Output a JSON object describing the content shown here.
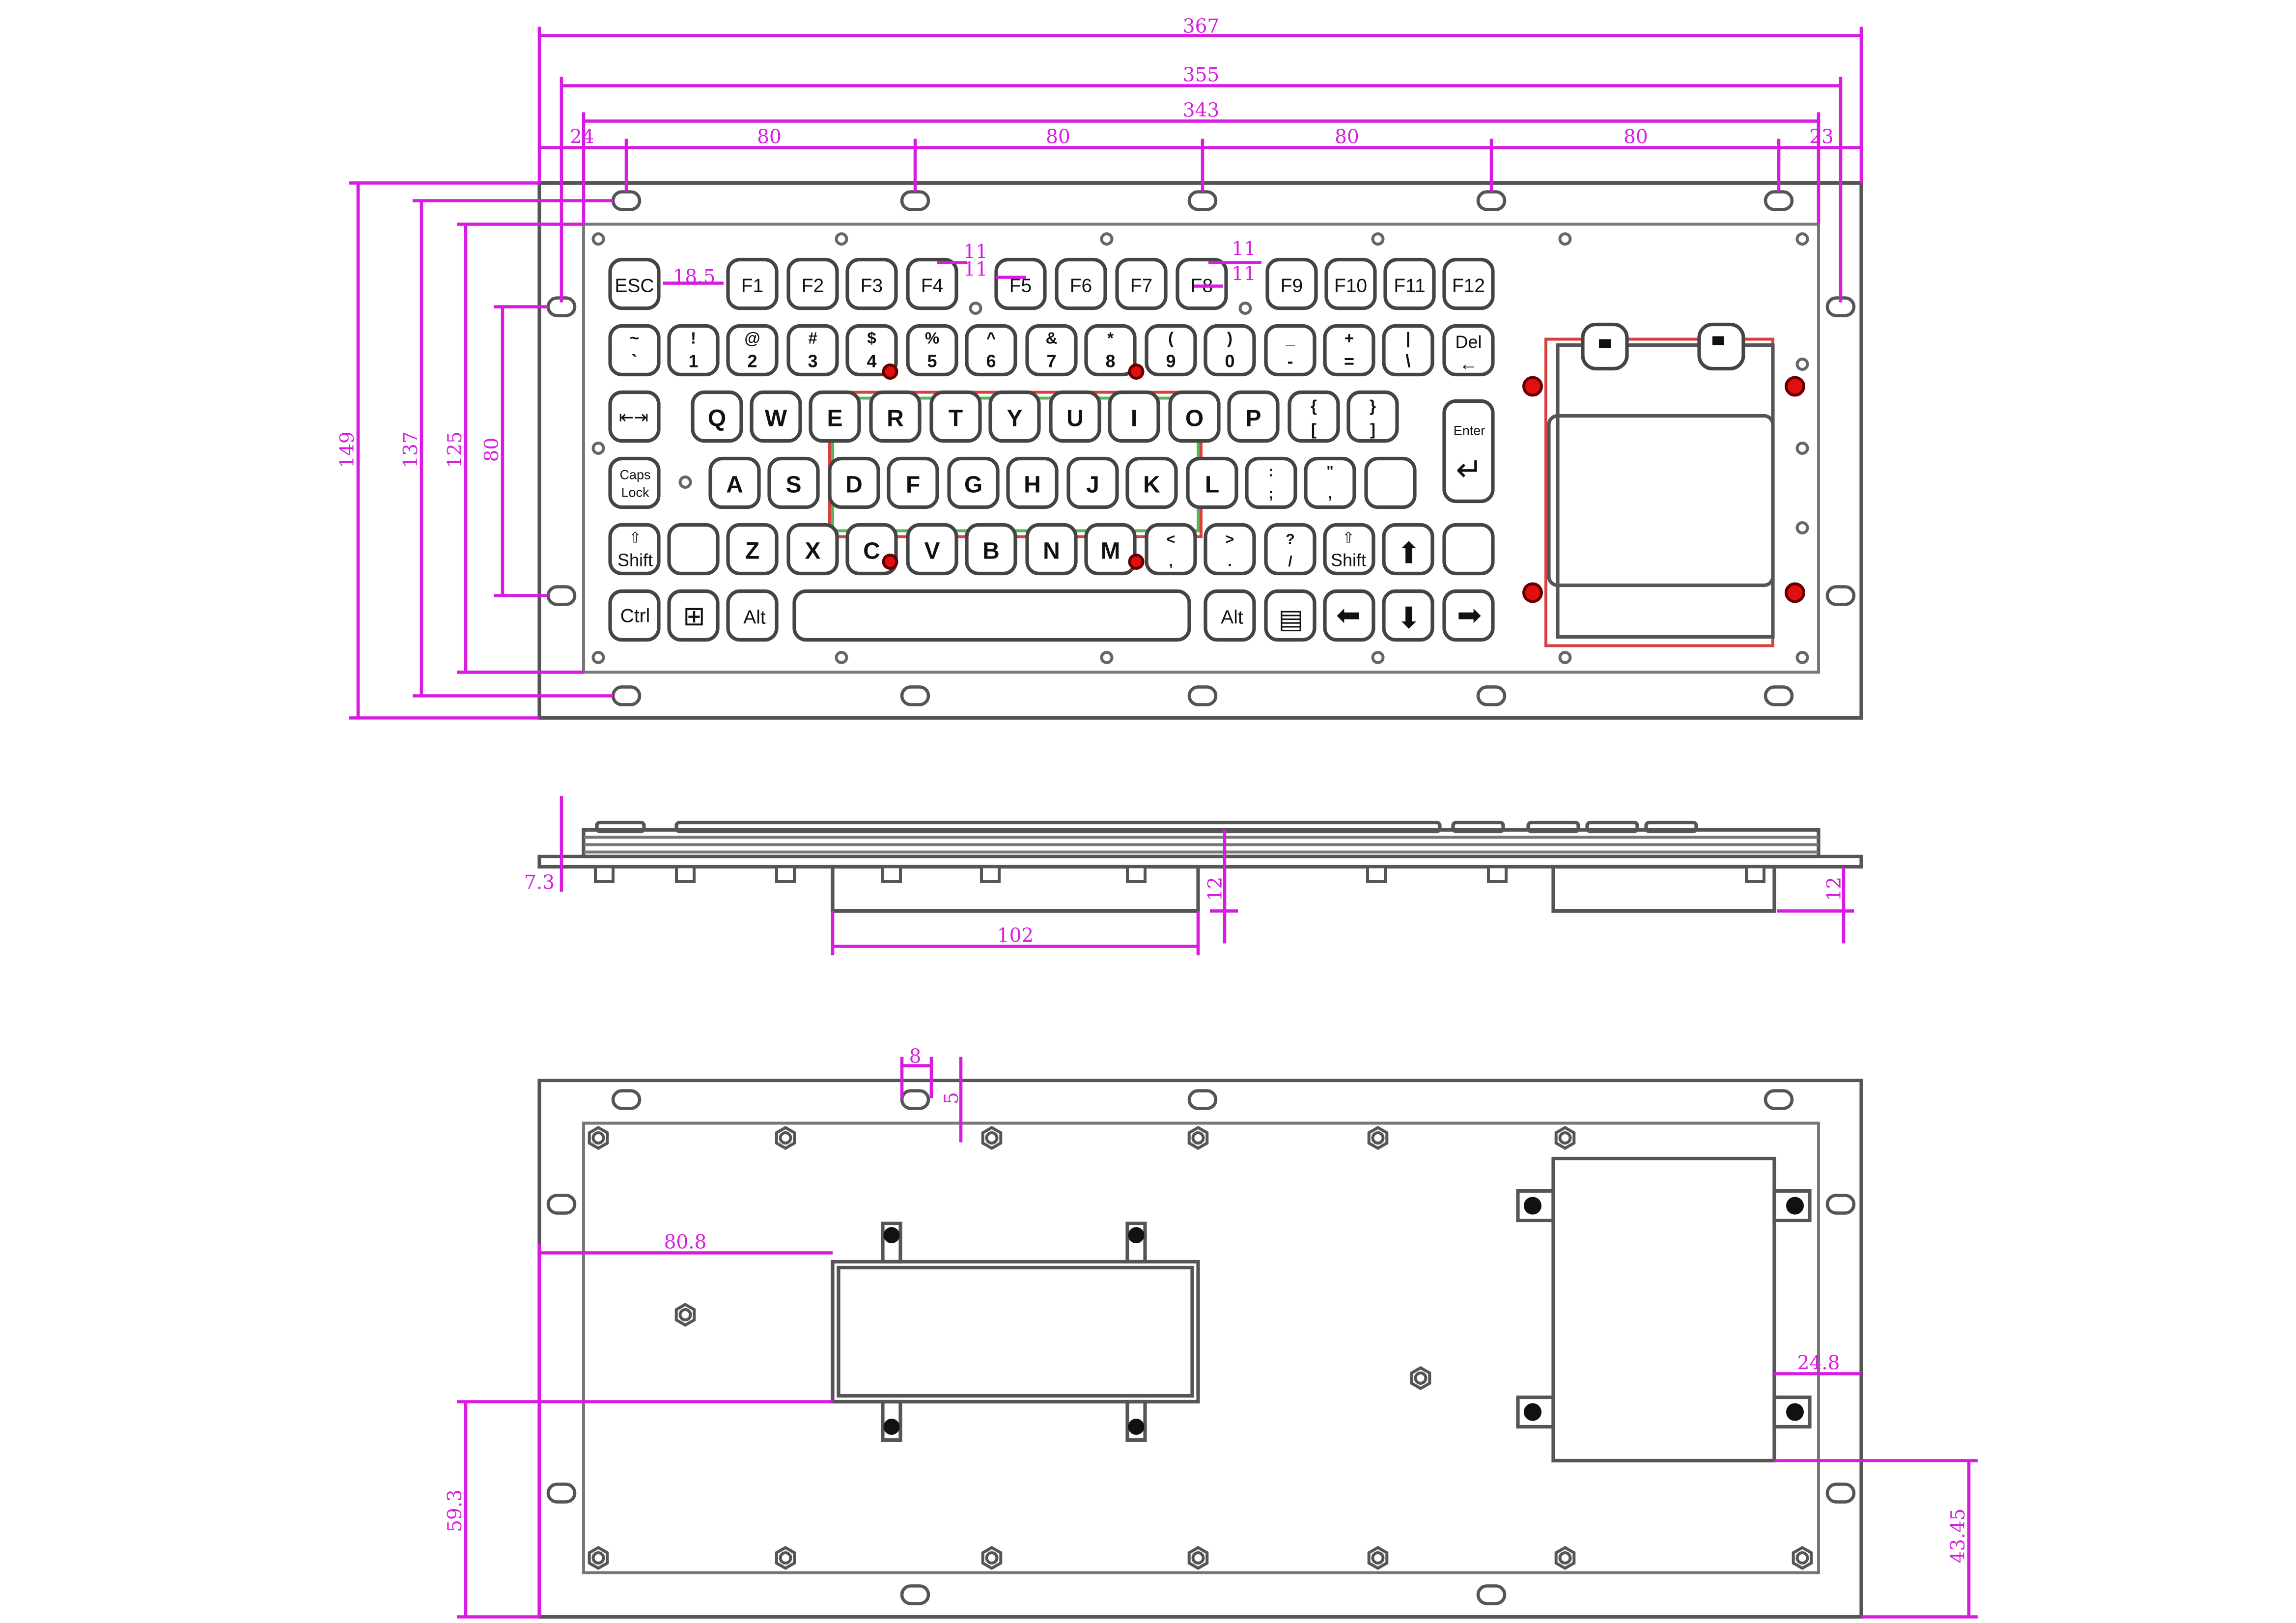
{
  "keyboard": {
    "row_function": [
      "ESC",
      "F1",
      "F2",
      "F3",
      "F4",
      "F5",
      "F6",
      "F7",
      "F8",
      "F9",
      "F10",
      "F11",
      "F12"
    ],
    "row_number": [
      {
        "top": "~",
        "bottom": "`"
      },
      {
        "top": "!",
        "bottom": "1"
      },
      {
        "top": "@",
        "bottom": "2"
      },
      {
        "top": "#",
        "bottom": "3"
      },
      {
        "top": "$",
        "bottom": "4"
      },
      {
        "top": "%",
        "bottom": "5"
      },
      {
        "top": "^",
        "bottom": "6"
      },
      {
        "top": "&",
        "bottom": "7"
      },
      {
        "top": "*",
        "bottom": "8"
      },
      {
        "top": "(",
        "bottom": "9"
      },
      {
        "top": ")",
        "bottom": "0"
      },
      {
        "top": "_",
        "bottom": "-"
      },
      {
        "top": "+",
        "bottom": "="
      },
      {
        "top": "|",
        "bottom": "\\"
      },
      {
        "top": "Del",
        "bottom": "←"
      }
    ],
    "row_qwerty": [
      "Q",
      "W",
      "E",
      "R",
      "T",
      "Y",
      "U",
      "I",
      "O",
      "P"
    ],
    "brackets": [
      {
        "top": "{",
        "bottom": "["
      },
      {
        "top": "}",
        "bottom": "]"
      }
    ],
    "row_home": [
      "A",
      "S",
      "D",
      "F",
      "G",
      "H",
      "J",
      "K",
      "L"
    ],
    "home_punct": [
      {
        "top": ":",
        "bottom": ";"
      },
      {
        "top": "\"",
        "bottom": ","
      }
    ],
    "row_bottom_letters": [
      "Z",
      "X",
      "C",
      "V",
      "B",
      "N",
      "M"
    ],
    "bottom_punct": [
      {
        "top": "<",
        "bottom": ","
      },
      {
        "top": ">",
        "bottom": "."
      },
      {
        "top": "?",
        "bottom": "/"
      }
    ],
    "caps_top": "Caps",
    "caps_bottom": "Lock",
    "shift_label": "Shift",
    "shift_arrow": "⇧",
    "ctrl": "Ctrl",
    "alt": "Alt",
    "enter": "Enter",
    "tab_glyph": "⇤⇥",
    "enter_glyph": "↵",
    "win_glyph": "⊞",
    "menu_glyph": "▤",
    "arrow_up": "⬆",
    "arrow_down": "⬇",
    "arrow_left": "⬅",
    "arrow_right": "➡"
  },
  "dimensions": {
    "top_view": {
      "width_outer": "367",
      "width_hole_span": "355",
      "width_inner": "343",
      "hole_offset_left": "24",
      "hole_pitch": [
        "80",
        "80",
        "80",
        "80"
      ],
      "hole_offset_right": "23",
      "height_outer": "149",
      "height_hole_span": "137",
      "height_inner": "125",
      "height_side_holes": "80",
      "esc_offset": "18.5",
      "stud_spacing": [
        "11",
        "11",
        "11",
        "11"
      ]
    },
    "side_view": {
      "thickness": "7.3",
      "depth_left": "12",
      "depth_right": "12",
      "pcb_width": "102"
    },
    "bottom_view": {
      "hole_w": "8",
      "hole_h": "5",
      "pcb_offset_x": "80.8",
      "pcb_offset_y": "59.3",
      "pad_offset_x": "24.8",
      "pad_offset_y": "43.45"
    }
  },
  "colors": {
    "dimension": "#d81be0",
    "red_stud": "#e01010",
    "outline": "#555555",
    "guide_green": "#5ab45a",
    "guide_red": "#d84040"
  }
}
